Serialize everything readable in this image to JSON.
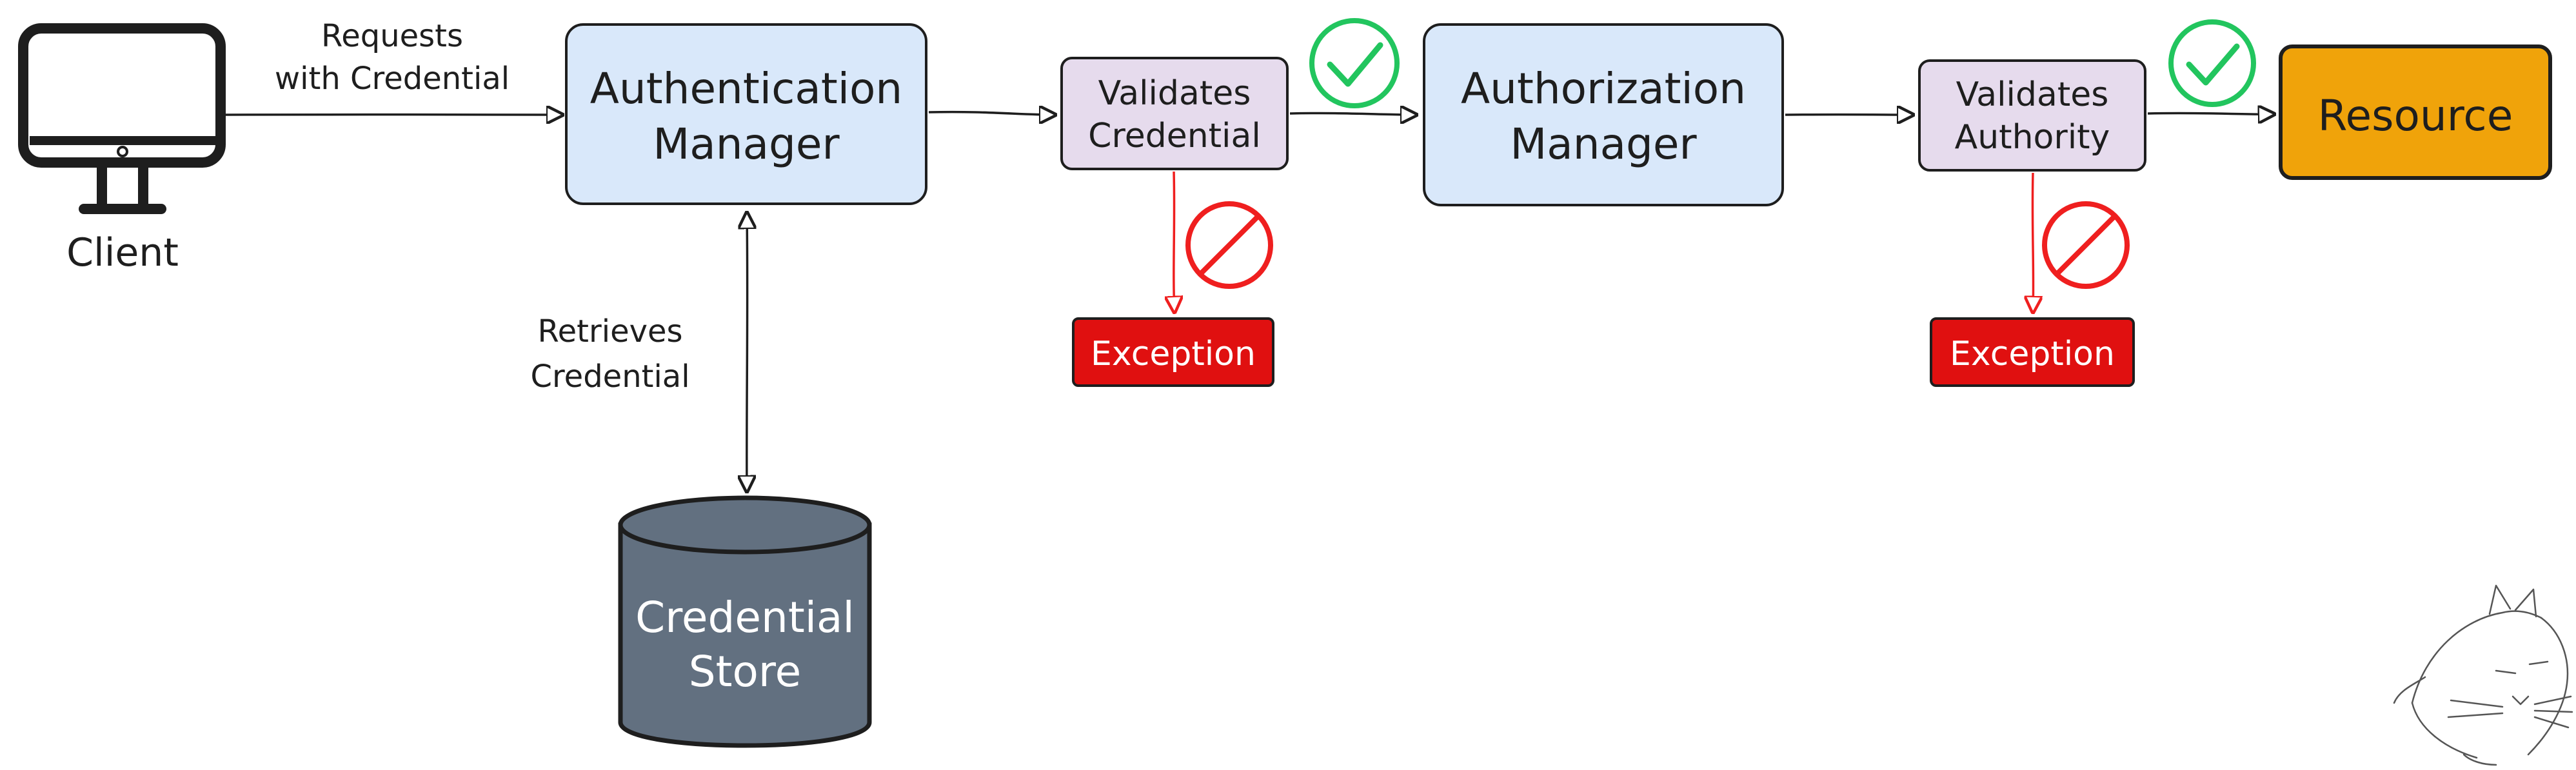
{
  "client": {
    "label": "Client"
  },
  "edge_client_auth": {
    "line1": "Requests",
    "line2": "with Credential"
  },
  "auth_manager": {
    "line1": "Authentication",
    "line2": "Manager"
  },
  "validate_credential": {
    "line1": "Validates",
    "line2": "Credential"
  },
  "authz_manager": {
    "line1": "Authorization",
    "line2": "Manager"
  },
  "validate_authority": {
    "line1": "Validates",
    "line2": "Authority"
  },
  "resource": {
    "label": "Resource"
  },
  "exception_1": {
    "label": "Exception"
  },
  "exception_2": {
    "label": "Exception"
  },
  "edge_store": {
    "line1": "Retrieves",
    "line2": "Credential"
  },
  "credential_store": {
    "line1": "Credential",
    "line2": "Store"
  },
  "colors": {
    "manager_fill": "#d9e8fa",
    "validate_fill": "#e6dbed",
    "resource_fill": "#f0a30a",
    "exception_fill": "#e01010",
    "store_fill": "#627080",
    "success": "#22c55e",
    "fail": "#ef1f1f",
    "stroke": "#1e1e1e"
  },
  "icons": [
    "monitor-icon",
    "check-circle-icon",
    "prohibited-icon",
    "database-icon",
    "cat-sketch-icon"
  ]
}
